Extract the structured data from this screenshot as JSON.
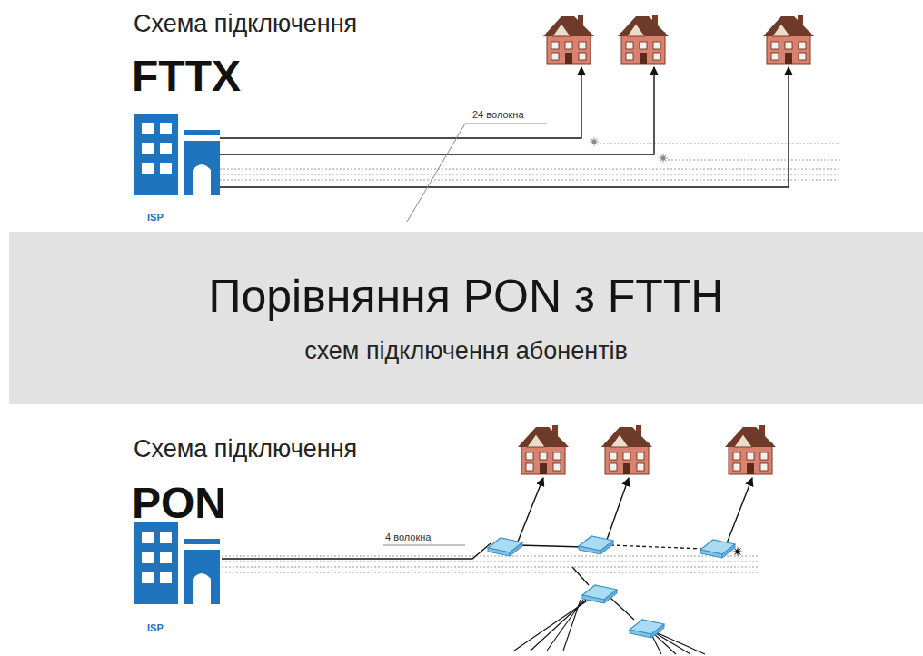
{
  "diagram": {
    "nodes": [
      {
        "text": [
          "ISP"
        ]
      },
      {
        "text": [
          "Порівняння PON з FTTH",
          "схем підключення абонентів"
        ]
      },
      {
        "text": [
          "ISP"
        ]
      }
    ],
    "labels": [
      "Схема підключення",
      "FTTX",
      "24 волокна",
      "Схема підключення",
      "PON",
      "4 волокна"
    ]
  }
}
